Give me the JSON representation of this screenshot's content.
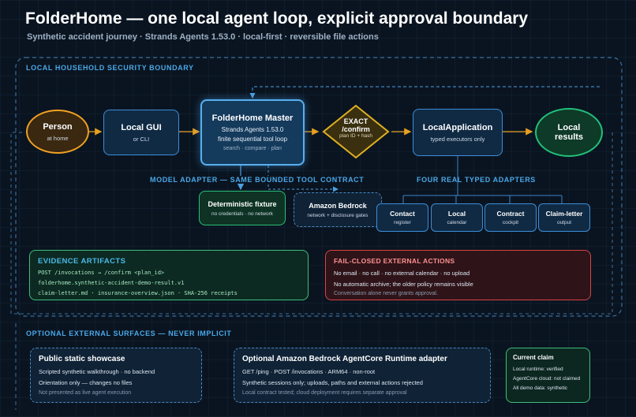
{
  "title": "FolderHome — one local agent loop, explicit approval boundary",
  "subtitle": "Synthetic accident journey · Strands Agents 1.53.0 · local-first · reversible file actions",
  "boundary": {
    "label": "LOCAL HOUSEHOLD SECURITY BOUNDARY"
  },
  "nodes": {
    "person": {
      "title": "Person",
      "sub": "at home"
    },
    "gui": {
      "title": "Local GUI",
      "sub": "or CLI"
    },
    "master": {
      "title": "FolderHome Master",
      "line1": "Strands Agents 1.53.0",
      "line2": "finite sequential tool loop",
      "line3": "search · compare · plan"
    },
    "gate": {
      "title1": "EXACT",
      "title2": "/confirm",
      "sub": "plan ID + hash"
    },
    "local_app": {
      "title": "LocalApplication",
      "sub": "typed executors only"
    },
    "results": {
      "title1": "Local",
      "title2": "results"
    }
  },
  "model_adapter": {
    "label": "MODEL ADAPTER — SAME BOUNDED TOOL CONTRACT",
    "fixture": {
      "title": "Deterministic fixture",
      "sub": "no credentials · no network"
    },
    "bedrock": {
      "title": "Amazon Bedrock",
      "sub": "network + disclosure gates"
    }
  },
  "adapters": {
    "label": "FOUR REAL TYPED ADAPTERS",
    "items": [
      {
        "title": "Contact",
        "sub": "register"
      },
      {
        "title": "Local",
        "sub": "calendar"
      },
      {
        "title": "Contract",
        "sub": "cockpit"
      },
      {
        "title": "Claim-letter",
        "sub": "output"
      }
    ]
  },
  "evidence": {
    "title": "EVIDENCE ARTIFACTS",
    "lines": [
      "POST /invocations → /confirm <plan_id>",
      "folderhome.synthetic-accident-demo-result.v1",
      "claim-letter.md · insurance-overview.json · SHA-256 receipts"
    ]
  },
  "fail_closed": {
    "title": "FAIL-CLOSED EXTERNAL ACTIONS",
    "lines": [
      "No email · no call · no external calendar · no upload",
      "No automatic archive; the older policy remains visible"
    ],
    "note": "Conversation alone never grants approval."
  },
  "optional": {
    "label": "OPTIONAL EXTERNAL SURFACES — NEVER IMPLICIT",
    "showcase": {
      "title": "Public static showcase",
      "lines": [
        "Scripted synthetic walkthrough · no backend",
        "Orientation only — changes no files"
      ],
      "note": "Not presented as live agent execution"
    },
    "agentcore": {
      "title": "Optional Amazon Bedrock AgentCore Runtime adapter",
      "lines": [
        "GET /ping · POST /invocations · ARM64 · non-root",
        "Synthetic sessions only; uploads, paths and external actions rejected"
      ],
      "note": "Local contract tested; cloud deployment requires separate approval"
    },
    "current_claim": {
      "title": "Current claim",
      "lines": [
        "Local runtime: verified",
        "AgentCore cloud: not claimed",
        "All demo data: synthetic"
      ]
    }
  },
  "colors": {
    "person": "#f0a020",
    "blue": "#2f8fe0",
    "gate": "#e0b020",
    "green": "#22c07a",
    "red": "#d84444",
    "evidence": "#3cbf7a",
    "boundary": "#3a6f9e"
  }
}
